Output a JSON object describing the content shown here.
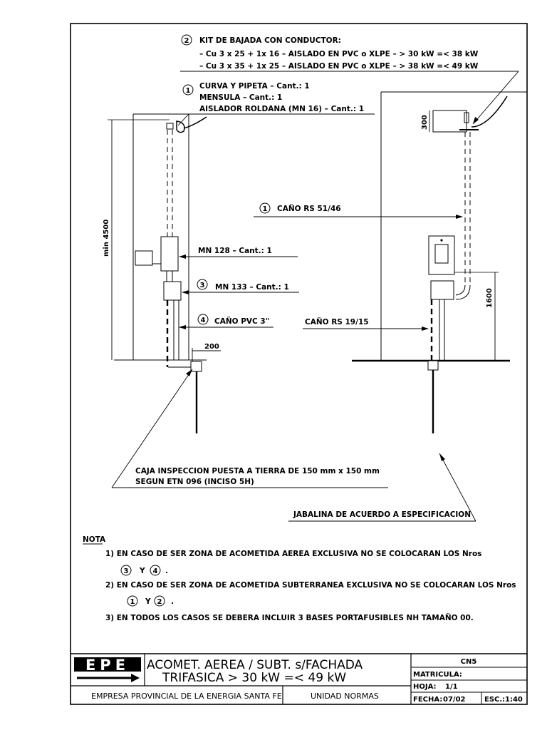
{
  "kit_header": "KIT DE BAJADA CON CONDUCTOR:",
  "kit_lines": [
    "– Cu 3 x 25 + 1x 16 – AISLADO EN PVC o XLPE – > 30 kW =< 38 kW",
    "– Cu 3 x 35 + 1x 25 – AISLADO EN PVC o XLPE – > 38 kW =< 49 kW"
  ],
  "item1_lines": [
    "CURVA Y PIPETA – Cant.: 1",
    "MENSULA – Cant.: 1",
    "AISLADOR ROLDANA (MN 16)  – Cant.: 1"
  ],
  "callouts": {
    "n1": "1",
    "n2": "2",
    "n3": "3",
    "n4": "4",
    "cano_rs_51": "CAÑO RS 51/46",
    "mn128": "MN 128 – Cant.: 1",
    "mn133": "MN 133 – Cant.: 1",
    "cano_pvc": "CAÑO PVC 3\"",
    "cano_rs_19": "CAÑO RS 19/15",
    "caja_line1": "CAJA INSPECCION PUESTA A TIERRA DE 150 mm x 150 mm",
    "caja_line2": "SEGUN ETN 096 (INCISO 5H)",
    "jabalina": "JABALINA DE ACUERDO A ESPECIFICACION"
  },
  "dimensions": {
    "min_height": "min 4500",
    "box_height": "300",
    "meter_height": "1600",
    "offset": "200"
  },
  "notes": {
    "title": "NOTA",
    "note1": "1) EN CASO DE SER ZONA DE ACOMETIDA AEREA EXCLUSIVA NO SE COLOCARAN LOS Nros",
    "note1_a": "3",
    "note1_join": "Y",
    "note1_b": "4",
    "note1_end": ".",
    "note2": "2) EN CASO DE SER ZONA DE ACOMETIDA SUBTERRANEA EXCLUSIVA NO SE COLOCARAN LOS Nros",
    "note2_a": "1",
    "note2_join": "Y",
    "note2_b": "2",
    "note2_end": ".",
    "note3": "3) EN TODOS LOS CASOS SE DEBERA INCLUIR 3 BASES PORTAFUSIBLES NH TAMAÑO 00."
  },
  "title_block": {
    "logo": "EPE",
    "title1": "ACOMET. AEREA / SUBT. s/FACHADA",
    "title2": "TRIFASICA > 30 kW =< 49 kW",
    "company": "EMPRESA PROVINCIAL DE LA ENERGIA SANTA FE",
    "unit": "UNIDAD NORMAS",
    "code": "CN5",
    "matricula": "MATRICULA:",
    "hoja_label": "HOJA:",
    "hoja_value": "1/1",
    "fecha_label": "FECHA:",
    "fecha_value": "07/02",
    "esc_label": "ESC.:",
    "esc_value": "1:40"
  }
}
